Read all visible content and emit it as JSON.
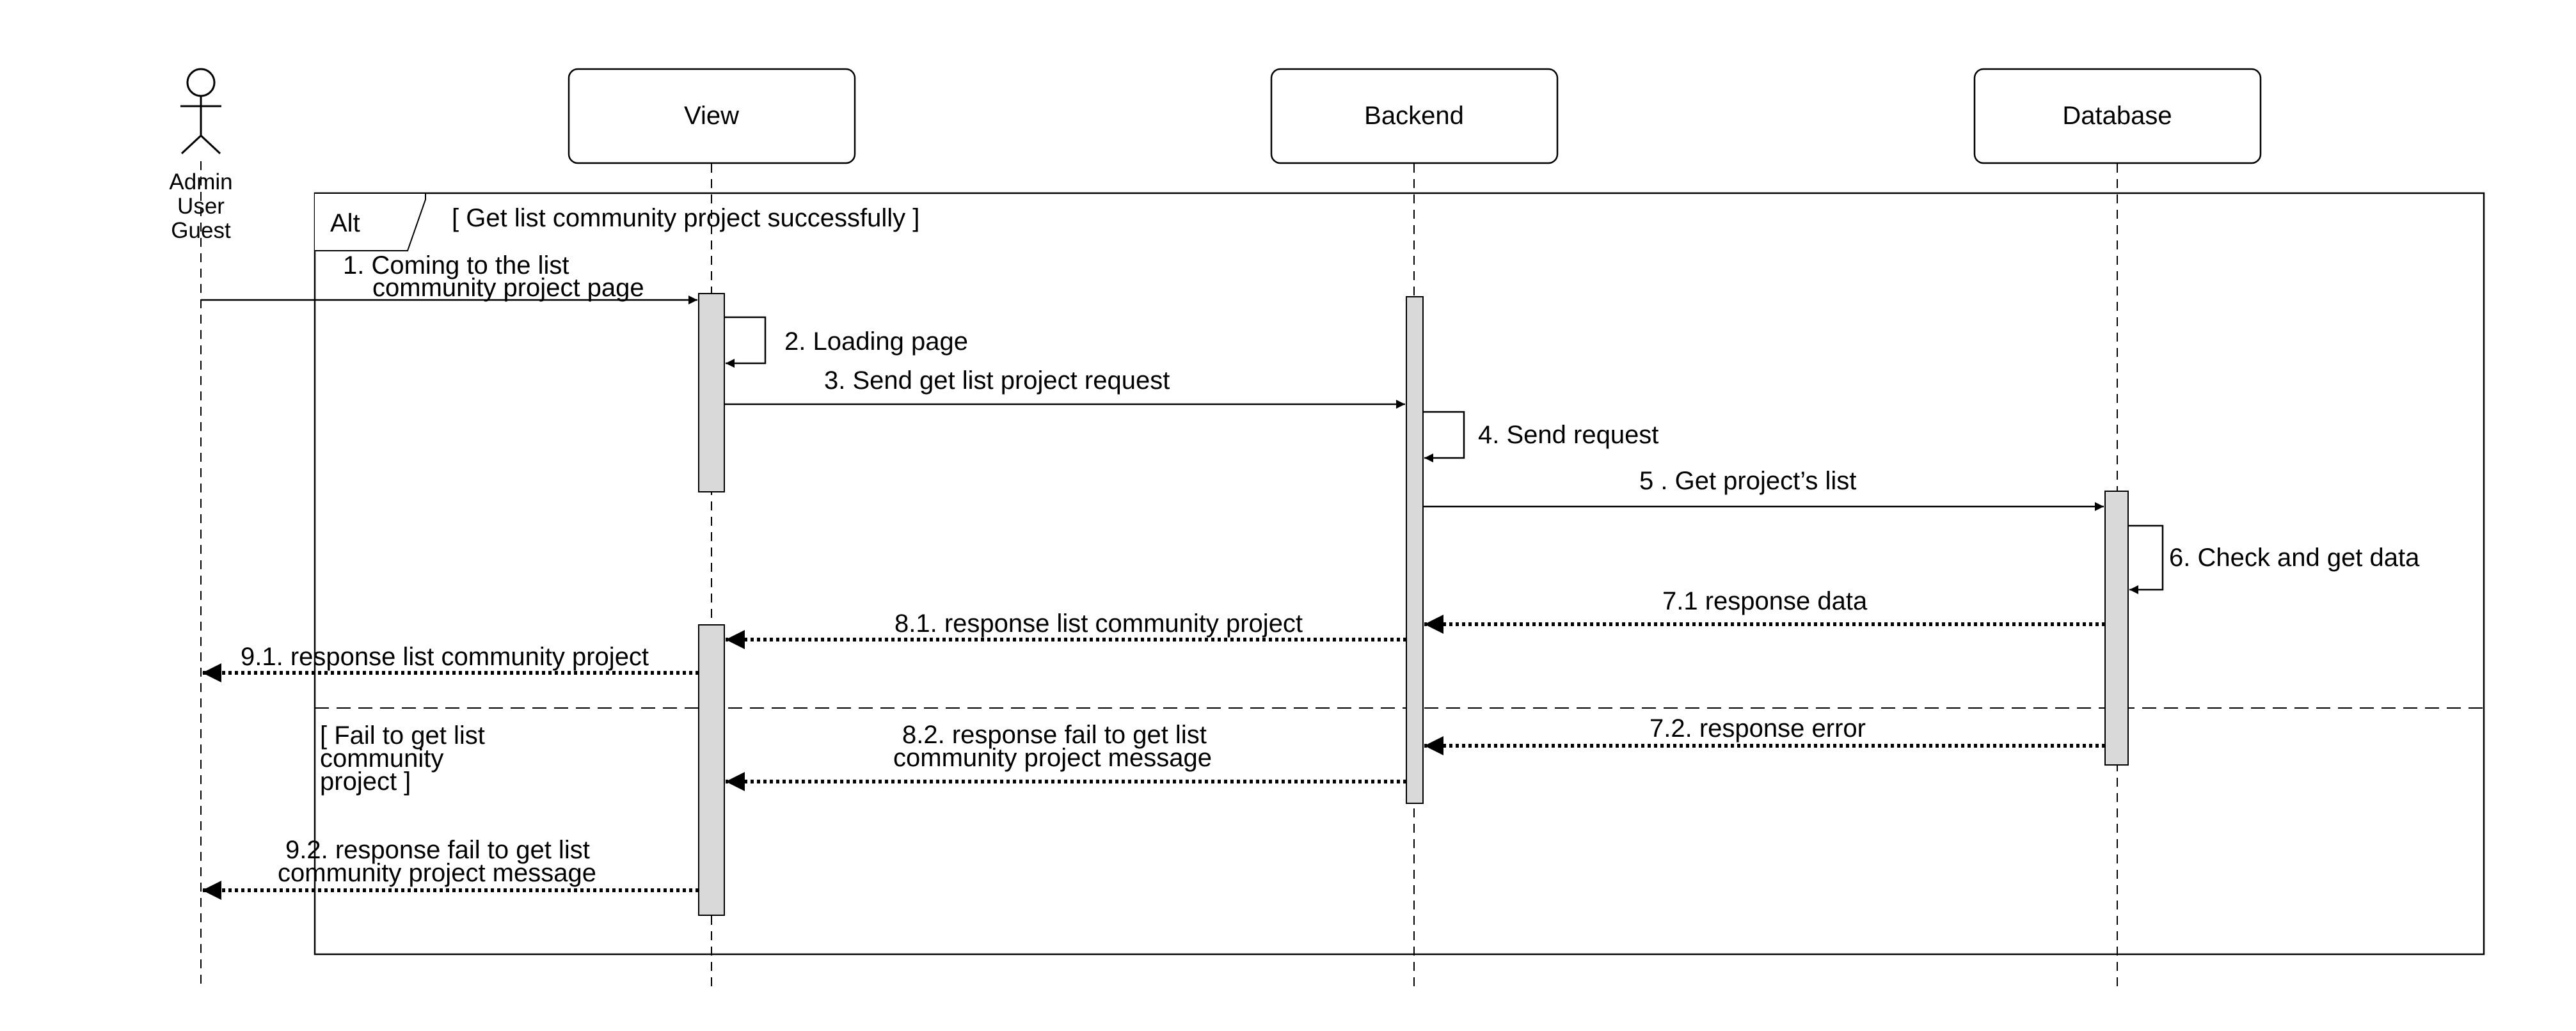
{
  "actor": {
    "lines": [
      "Admin",
      "User",
      "Guest"
    ]
  },
  "participants": {
    "view": "View",
    "backend": "Backend",
    "database": "Database"
  },
  "fragment": {
    "operator": "Alt",
    "guard_success": "[ Get list community project successfully ]",
    "guard_fail": [
      "[ Fail to get list",
      "community",
      "project ]"
    ]
  },
  "messages": {
    "m1": [
      "1. Coming to the list",
      "community project page"
    ],
    "m2": "2. Loading page",
    "m3": "3. Send get list project request",
    "m4": "4. Send request",
    "m5": "5 . Get project’s list",
    "m6": "6. Check and get data",
    "m71": "7.1 response data",
    "m81": "8.1. response list community project",
    "m91": "9.1. response list community project",
    "m72": "7.2. response error",
    "m82": [
      "8.2. response fail to get list",
      "community project message"
    ],
    "m92": [
      "9.2. response fail to get list",
      "community project message"
    ]
  }
}
